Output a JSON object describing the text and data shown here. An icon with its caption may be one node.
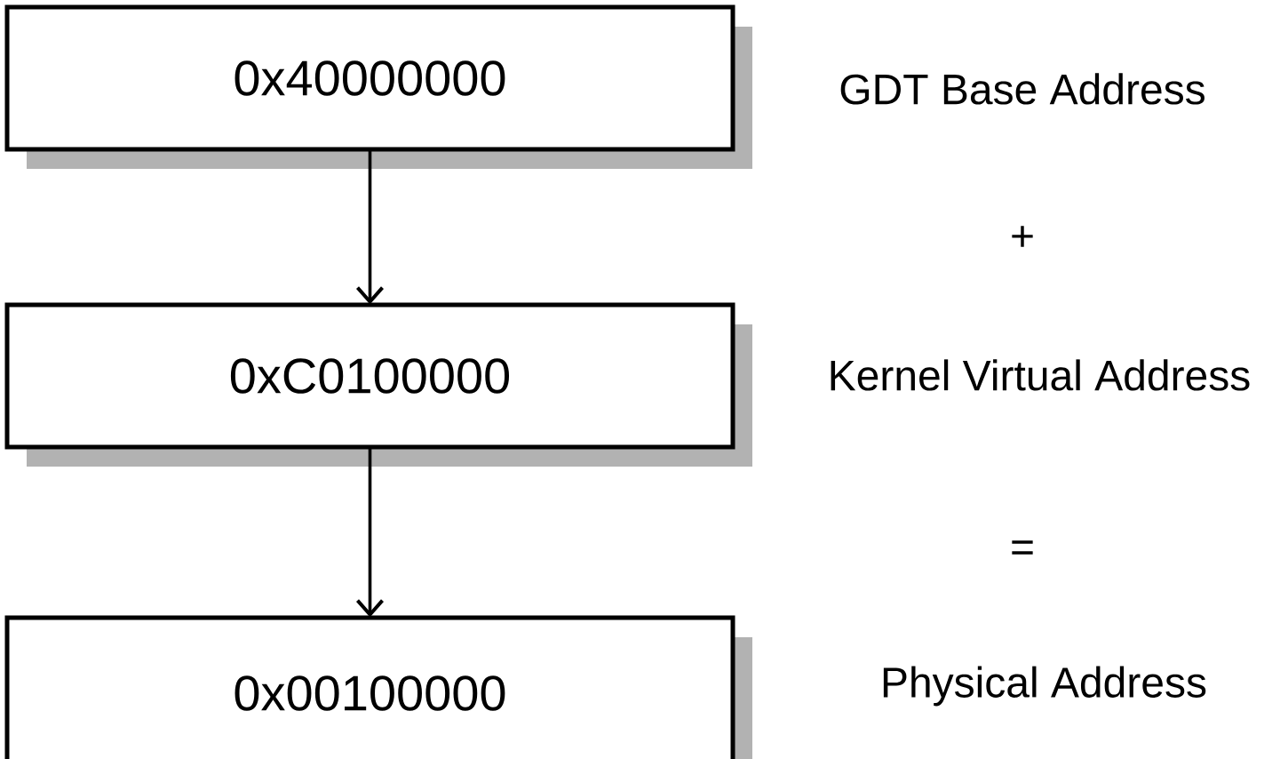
{
  "diagram": {
    "nodes": [
      {
        "text": [
          "0x40000000"
        ]
      },
      {
        "text": [
          "0xC0100000"
        ]
      },
      {
        "text": [
          "0x00100000"
        ]
      }
    ],
    "edges": [
      {
        "from": 0,
        "to": 1,
        "arrow": "to"
      },
      {
        "from": 1,
        "to": 2,
        "arrow": "to"
      }
    ],
    "labels": [
      "GDT Base Address",
      "+",
      "Kernel Virtual Address",
      "=",
      "Physical Address"
    ]
  }
}
